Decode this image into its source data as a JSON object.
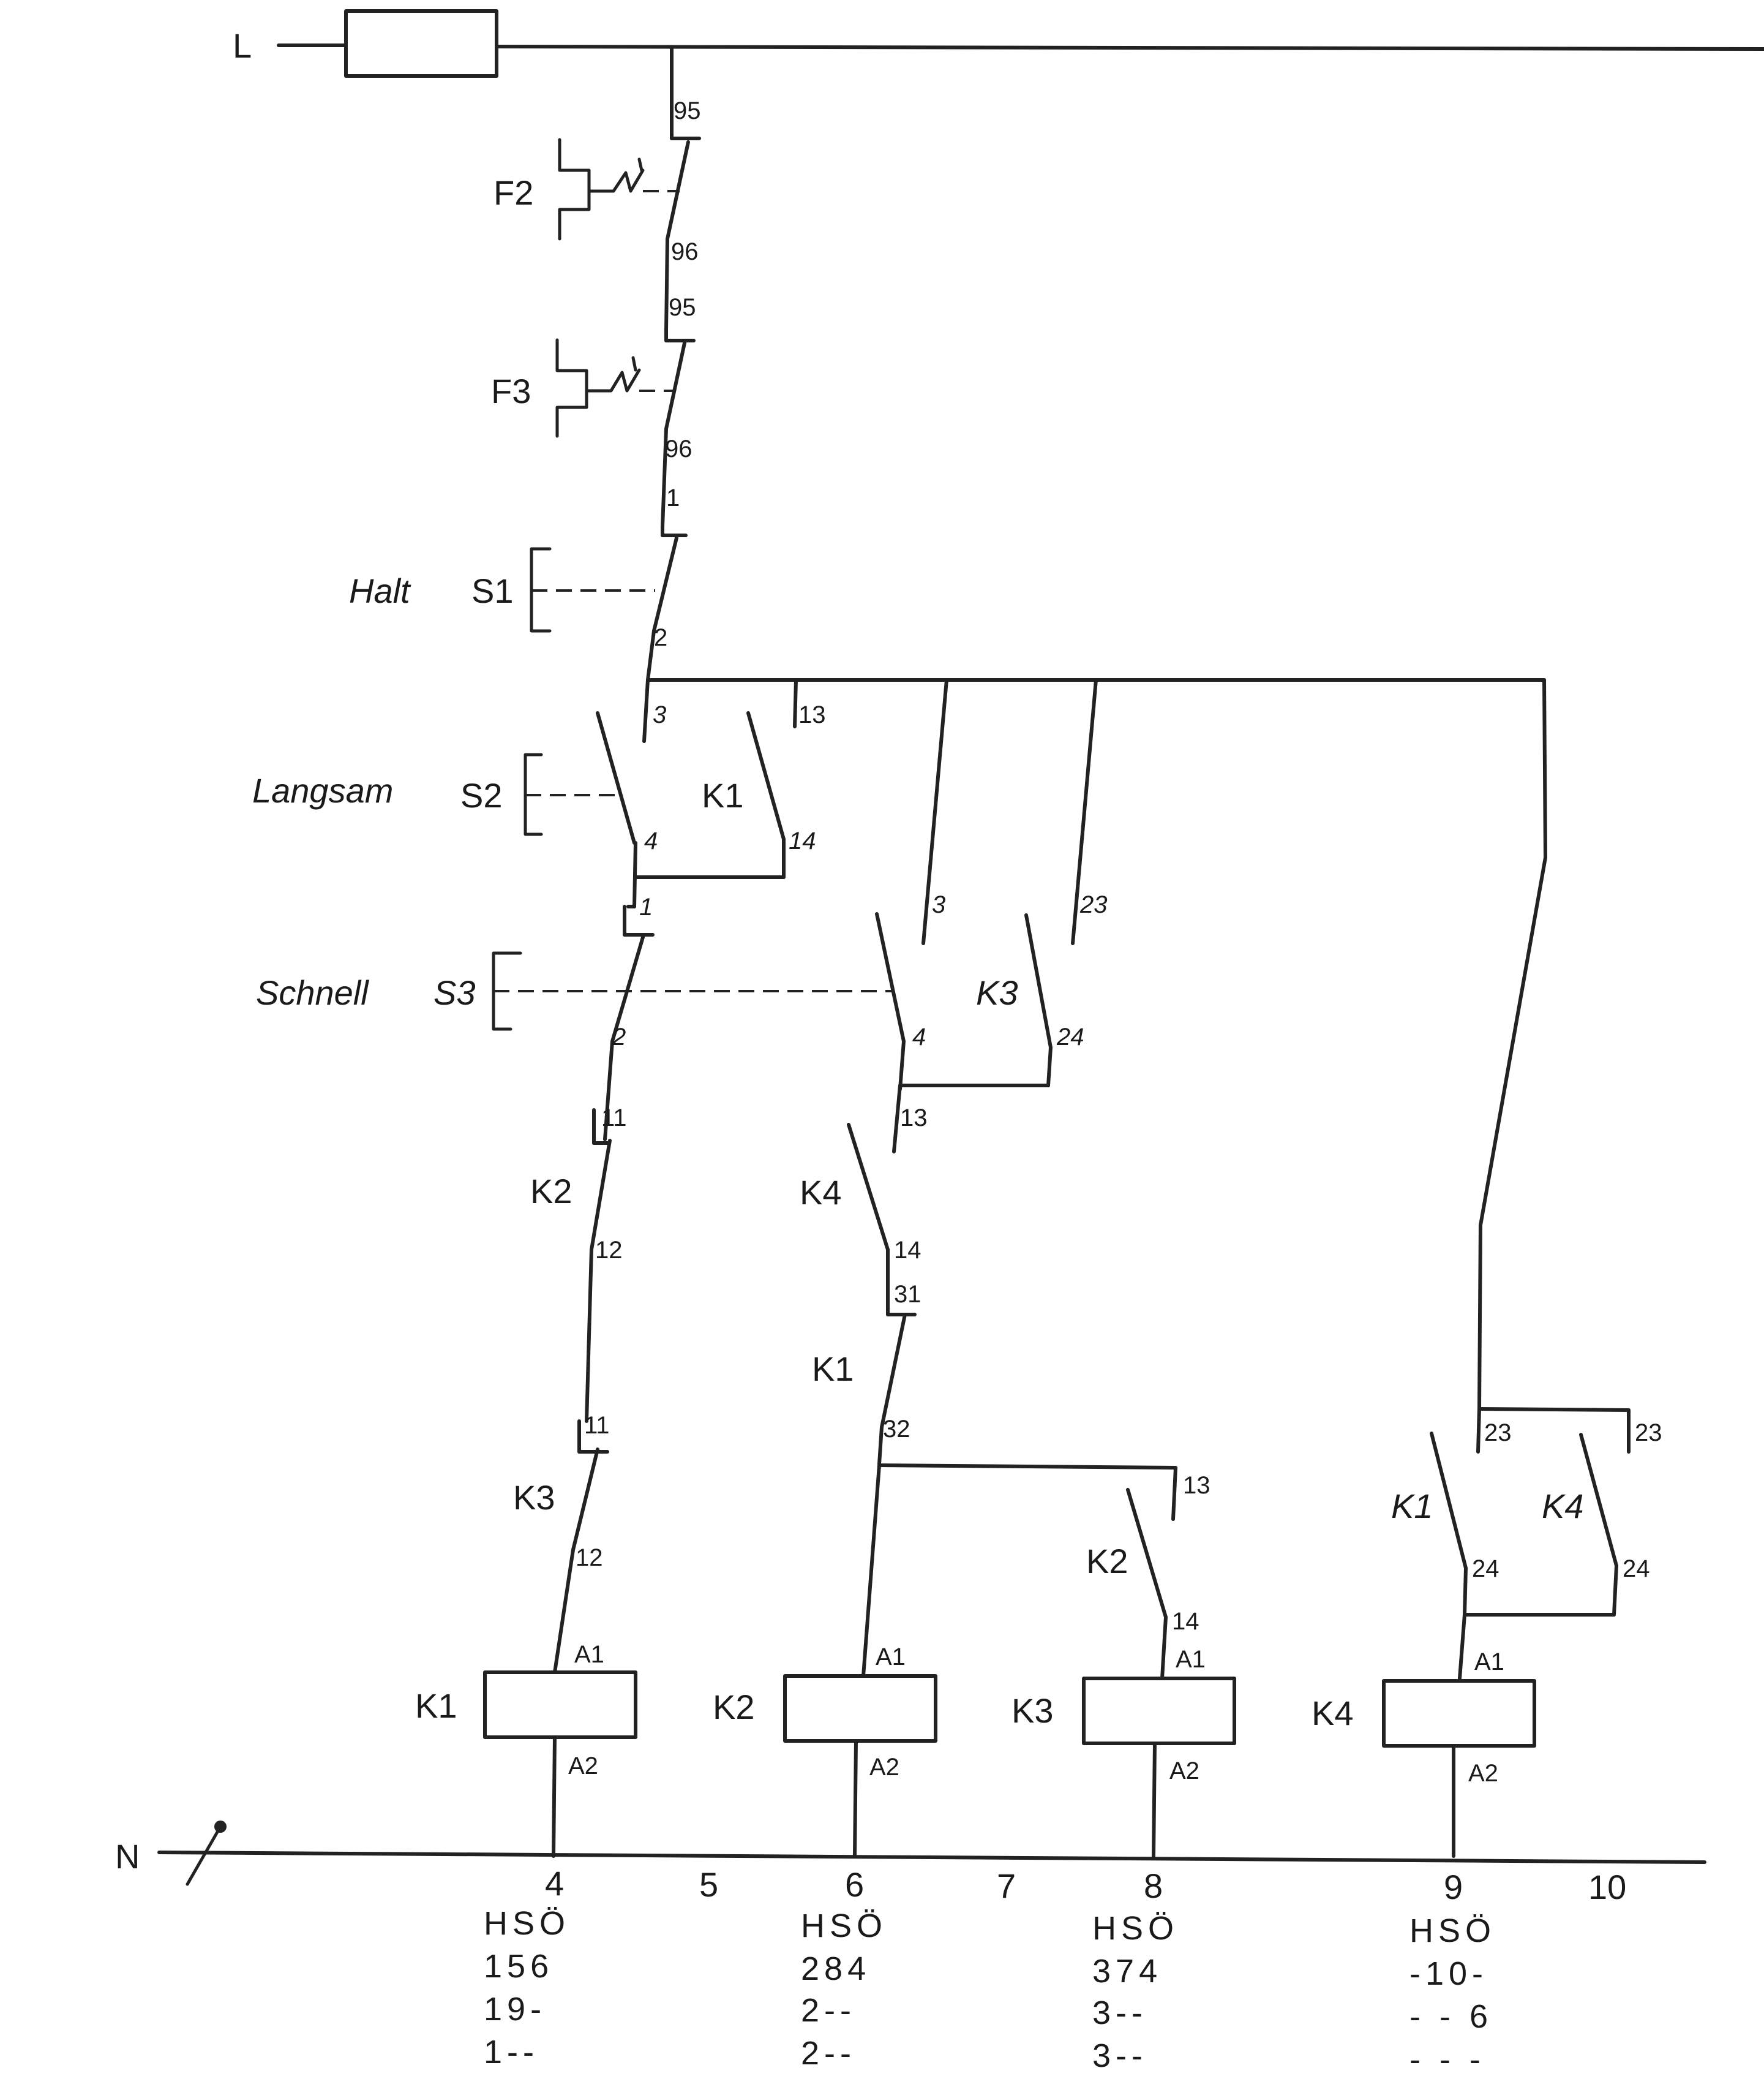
{
  "rails": {
    "line": "L",
    "neutral": "N"
  },
  "devices": {
    "f2": {
      "tag": "F2",
      "t_top": "95",
      "t_bot": "96"
    },
    "f3": {
      "tag": "F3",
      "t_top": "95",
      "t_bot": "96"
    },
    "s1": {
      "name": "Halt",
      "tag": "S1",
      "t_top": "1",
      "t_bot": "2"
    },
    "s2": {
      "name": "Langsam",
      "tag": "S2",
      "t_top": "3",
      "t_bot": "4"
    },
    "k1_hold": {
      "tag": "K1",
      "t_top": "13",
      "t_bot": "14"
    },
    "s3": {
      "name": "Schnell",
      "tag": "S3",
      "t_top": "1",
      "t_bot": "2",
      "no_top": "3",
      "no_bot": "4"
    },
    "k3_hold": {
      "tag": "K3",
      "t_top": "23",
      "t_bot": "24"
    },
    "k2_nc": {
      "tag": "K2",
      "t_top": "11",
      "t_bot": "12"
    },
    "k3_nc": {
      "tag": "K3",
      "t_top": "11",
      "t_bot": "12"
    },
    "k4_no": {
      "tag": "K4",
      "t_top": "13",
      "t_bot": "14"
    },
    "k1_nc": {
      "tag": "K1",
      "t_top": "31",
      "t_bot": "32"
    },
    "k2_no": {
      "tag": "K2",
      "t_top": "13",
      "t_bot": "14"
    },
    "k1_no": {
      "tag": "K1",
      "t_top": "23",
      "t_bot": "24"
    },
    "k4_hold": {
      "tag": "K4",
      "t_top": "23",
      "t_bot": "24"
    }
  },
  "coils": [
    {
      "tag": "K1",
      "a1": "A1",
      "a2": "A2"
    },
    {
      "tag": "K2",
      "a1": "A1",
      "a2": "A2"
    },
    {
      "tag": "K3",
      "a1": "A1",
      "a2": "A2"
    },
    {
      "tag": "K4",
      "a1": "A1",
      "a2": "A2"
    }
  ],
  "paths": [
    "4",
    "5",
    "6",
    "7",
    "8",
    "9",
    "10"
  ],
  "contact_tables": [
    {
      "header": "HSÖ",
      "rows": [
        "156",
        "19-",
        "1--"
      ]
    },
    {
      "header": "HSÖ",
      "rows": [
        "284",
        "2--",
        "2--"
      ]
    },
    {
      "header": "HSÖ",
      "rows": [
        "374",
        "3--",
        "3--"
      ]
    },
    {
      "header": "HSÖ",
      "rows": [
        "-10-",
        "- - 6",
        "- - -"
      ]
    }
  ]
}
